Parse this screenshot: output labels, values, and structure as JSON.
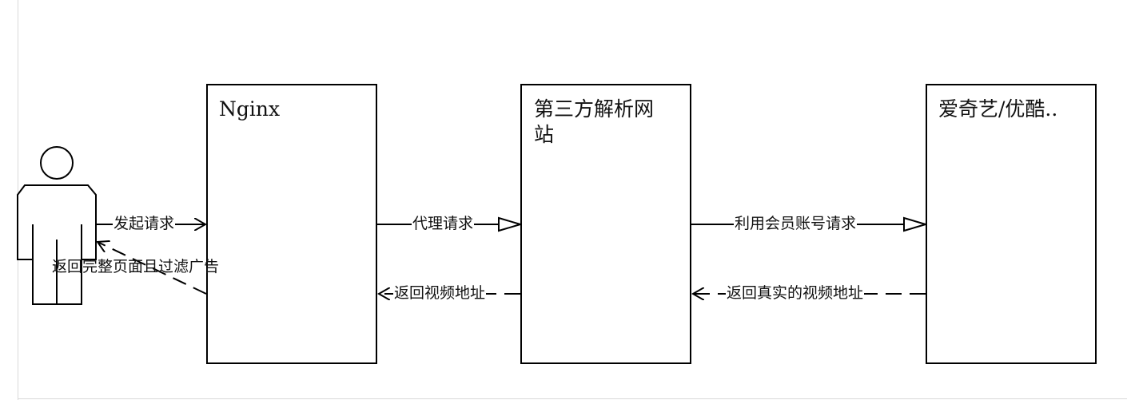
{
  "diagram": {
    "participants": {
      "nginx": "Nginx",
      "parser": "第三方解析网站",
      "platform": "爱奇艺/优酷.."
    },
    "messages": {
      "user_request": "发起请求",
      "user_return": "返回完整页面且过滤广告",
      "proxy_request": "代理请求",
      "return_video_url": "返回视频地址",
      "member_request": "利用会员账号请求",
      "return_real_url": "返回真实的视频地址"
    },
    "colors": {
      "stroke": "#000000",
      "text": "#111111",
      "background": "#ffffff"
    }
  }
}
